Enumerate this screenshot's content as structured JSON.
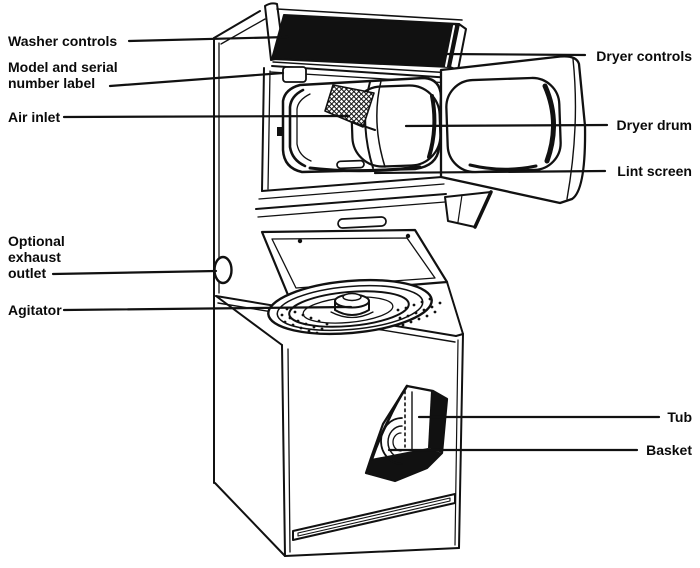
{
  "colors": {
    "ink": "#111111",
    "background": "#ffffff"
  },
  "diagram": {
    "callouts": {
      "washer_controls": "Washer controls",
      "model_serial": "Model and serial number label",
      "air_inlet": "Air inlet",
      "exhaust_outlet": "Optional exhaust outlet",
      "agitator": "Agitator",
      "dryer_controls": "Dryer controls",
      "dryer_drum": "Dryer drum",
      "lint_screen": "Lint screen",
      "tub": "Tub",
      "basket": "Basket"
    }
  }
}
